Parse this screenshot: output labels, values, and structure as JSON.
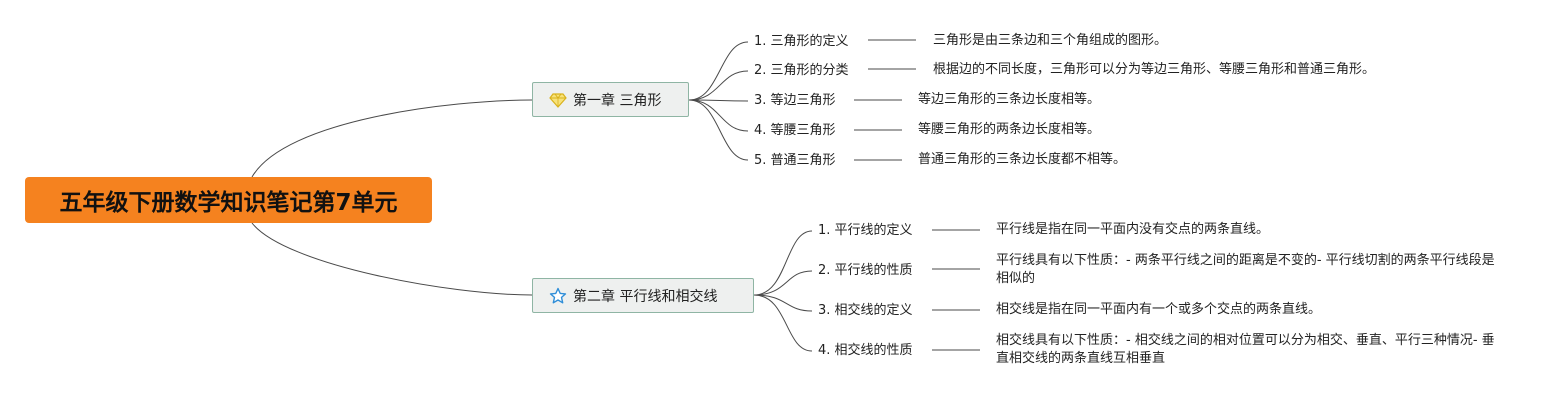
{
  "root": {
    "title": "五年级下册数学知识笔记第7单元",
    "color": "#f5821f"
  },
  "chapters": [
    {
      "title": "第一章 三角形",
      "icon": "diamond-icon",
      "icon_color": "#f2d13a",
      "items": [
        {
          "label": "1. 三角形的定义",
          "desc": "三角形是由三条边和三个角组成的图形。"
        },
        {
          "label": "2. 三角形的分类",
          "desc": "根据边的不同长度，三角形可以分为等边三角形、等腰三角形和普通三角形。"
        },
        {
          "label": "3. 等边三角形",
          "desc": "等边三角形的三条边长度相等。"
        },
        {
          "label": "4. 等腰三角形",
          "desc": "等腰三角形的两条边长度相等。"
        },
        {
          "label": "5. 普通三角形",
          "desc": "普通三角形的三条边长度都不相等。"
        }
      ]
    },
    {
      "title": "第二章 平行线和相交线",
      "icon": "star-icon",
      "icon_color": "#2f8ed8",
      "items": [
        {
          "label": "1. 平行线的定义",
          "desc": "平行线是指在同一平面内没有交点的两条直线。"
        },
        {
          "label": "2. 平行线的性质",
          "desc": "平行线具有以下性质：- 两条平行线之间的距离是不变的- 平行线切割的两条平行线段是相似的"
        },
        {
          "label": "3. 相交线的定义",
          "desc": "相交线是指在同一平面内有一个或多个交点的两条直线。"
        },
        {
          "label": "4. 相交线的性质",
          "desc": "相交线具有以下性质：- 相交线之间的相对位置可以分为相交、垂直、平行三种情况- 垂直相交线的两条直线互相垂直"
        }
      ]
    }
  ]
}
